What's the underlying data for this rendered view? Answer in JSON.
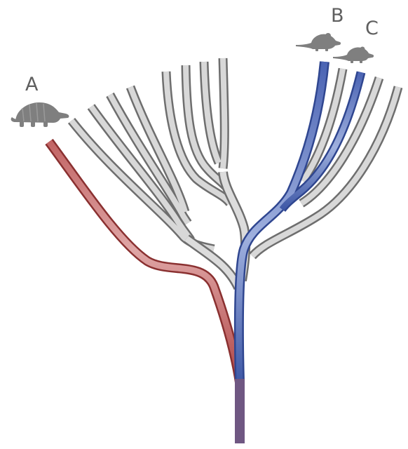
{
  "labels": {
    "a": "A",
    "b": "B",
    "c": "C"
  },
  "icons": {
    "a": "armadillo-icon",
    "b": "mouse-icon",
    "c": "mouse-icon"
  },
  "colors": {
    "lineage_a": "#c97070",
    "lineage_bc": "#5d71b5",
    "root": "#a58ab4",
    "other_branches": "#bfbfbf",
    "animal_silhouette": "#7f7f7f",
    "label_text": "#5f5f5f"
  }
}
